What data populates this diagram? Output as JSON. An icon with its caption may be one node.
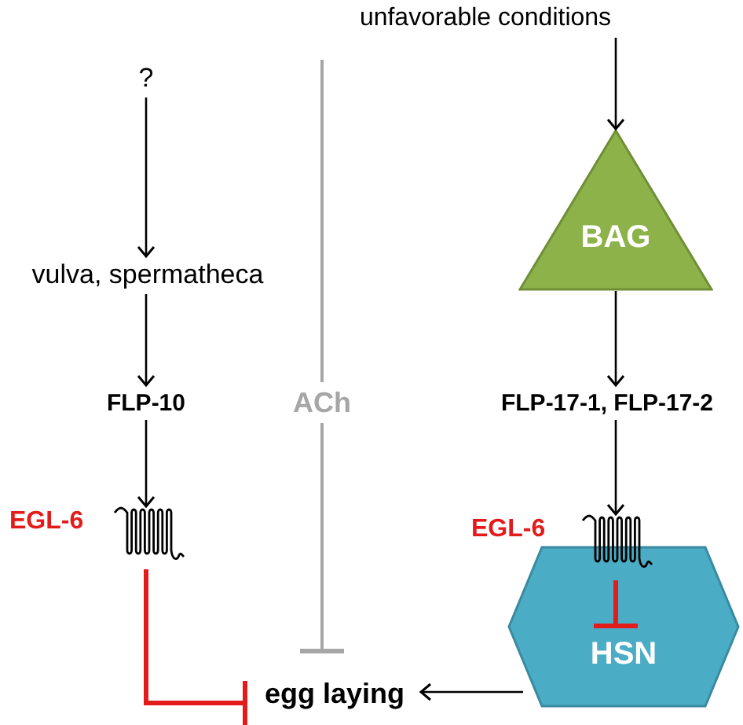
{
  "diagram": {
    "nodes": [
      {
        "text": [
          "?"
        ]
      },
      {
        "text": [
          "vulva, spermatheca"
        ]
      },
      {
        "text": [
          "FLP-10"
        ]
      },
      {
        "text": [
          "EGL-6"
        ]
      },
      {
        "text": [
          "ACh"
        ]
      },
      {
        "text": [
          "unfavorable conditions"
        ]
      },
      {
        "text": [
          "BAG"
        ]
      },
      {
        "text": [
          "FLP-17-1, FLP-17-2"
        ]
      },
      {
        "text": [
          "HSN"
        ]
      },
      {
        "text": [
          "EGL-6"
        ]
      },
      {
        "text": [
          "egg laying"
        ]
      }
    ],
    "edges": [
      {
        "from": 0,
        "to": 1,
        "arrow": "to"
      },
      {
        "from": 1,
        "to": 2,
        "arrow": "to"
      },
      {
        "from": 2,
        "to": 3,
        "arrow": "to"
      },
      {
        "from": 3,
        "to": 10,
        "arrow": "other",
        "style": "thick",
        "color": "#e41b1b"
      },
      {
        "from": 5,
        "to": 6,
        "arrow": "to"
      },
      {
        "from": 6,
        "to": 7,
        "arrow": "to"
      },
      {
        "from": 7,
        "to": 9,
        "arrow": "to"
      },
      {
        "from": 9,
        "to": 8,
        "arrow": "other",
        "style": "thick",
        "color": "#e41b1b"
      },
      {
        "from": 8,
        "to": 10,
        "arrow": "to"
      },
      {
        "from": null,
        "to": 4,
        "arrow": "none",
        "color": "#a6a6a6"
      },
      {
        "from": 4,
        "to": 10,
        "arrow": "other",
        "color": "#a6a6a6"
      }
    ]
  }
}
